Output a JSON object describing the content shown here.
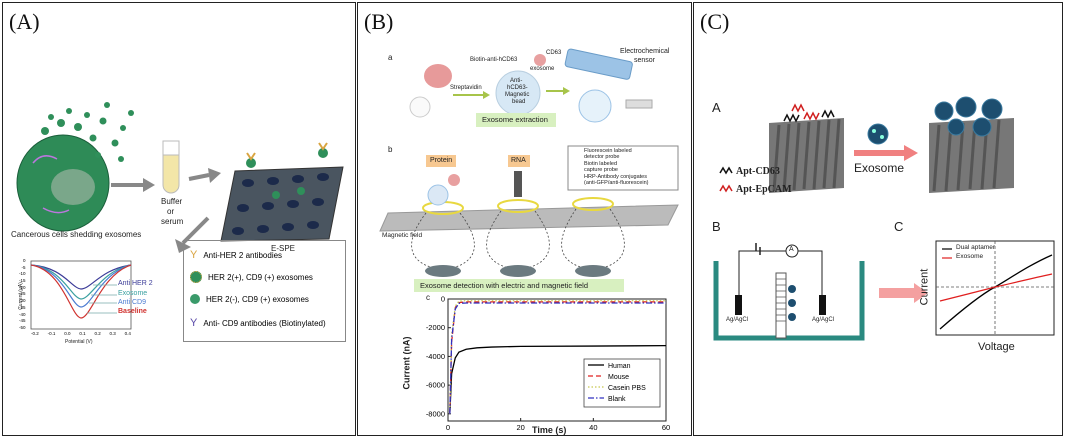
{
  "panelA": {
    "label": "(A)",
    "cell_caption": "Cancerous cells shedding exosomes",
    "buffer_line1": "Buffer",
    "buffer_line2": "or",
    "buffer_line3": "serum",
    "espe": "E-SPE",
    "legend": [
      "Anti-HER 2 antibodies",
      "HER 2(+), CD9 (+) exosomes",
      "HER 2(-), CD9 (+) exosomes",
      "Anti- CD9 antibodies (Biotinylated)"
    ],
    "dpv_labels": [
      "Anti HER 2",
      "Exosome",
      "Anti CD9",
      "Baseline"
    ],
    "dpv_xlabel": "Potential (V)",
    "dpv_ylabel": "Current (μA)",
    "dpv_xticks": [
      "-0.2",
      "-0.1",
      "0.0",
      "0.1",
      "0.2",
      "0.3",
      "0.4"
    ],
    "dpv_yticks": [
      "0",
      "-5",
      "-10",
      "-15",
      "-20",
      "-25",
      "-30",
      "-35",
      "-40",
      "-45",
      "-50"
    ]
  },
  "panelB": {
    "label": "(B)",
    "sub_a": "a",
    "sub_b": "b",
    "sub_c": "c",
    "biotin": "Biotin-anti-hCD63",
    "streptavidin": "Streptavidin",
    "bead_l1": "Anti-",
    "bead_l2": "hCD63-",
    "bead_l3": "Magnetic",
    "bead_l4": "bead",
    "cd63": "CD63",
    "exosome": "exosome",
    "sensor_l1": "Electrochemical",
    "sensor_l2": "sensor",
    "extraction": "Exosome extraction",
    "protein": "Protein",
    "rna": "RNA",
    "legend1_l1": "Fluorescein labeled",
    "legend1_l2": "detector probe",
    "legend2_l1": "Biotin labeled",
    "legend2_l2": "capture probe",
    "legend3_l1": "HRP-Antibody conjugates",
    "legend3_l2": "(anti-GFP/anti-fluorescein)",
    "magnetic_field": "Magnetic field",
    "detection": "Exosome detection with electric and magnetic field"
  },
  "panelC": {
    "label": "(C)",
    "sub_A": "A",
    "sub_B": "B",
    "sub_C": "C",
    "apt_cd63": "Apt-CD63",
    "apt_epcam": "Apt-EpCAM",
    "exosome": "Exosome",
    "electrode_left": "Ag/AgCl",
    "electrode_right": "Ag/AgCl",
    "ammeter": "A",
    "iv_ylabel": "Current",
    "iv_xlabel": "Voltage",
    "iv_legend": [
      "Dual aptamer",
      "Exosome"
    ]
  },
  "colors": {
    "dpv": [
      "#3b3b98",
      "#3aa0a0",
      "#4b7bd1",
      "#d0322f"
    ],
    "timeseries": [
      "#000000",
      "#e02020",
      "#c8c850",
      "#3030c0"
    ],
    "iv": [
      "#000000",
      "#e02020"
    ],
    "green_box": "#d8f0c0",
    "yellow_ring": "#e8d840",
    "espe_plate": "#4a5560"
  },
  "chart_data": [
    {
      "type": "line",
      "xlabel": "Time (s)",
      "ylabel": "Current (nA)",
      "xlim": [
        0,
        60
      ],
      "ylim": [
        -8500,
        0
      ],
      "xticks": [
        0,
        20,
        40,
        60
      ],
      "yticks": [
        0,
        -2000,
        -4000,
        -6000,
        -8000
      ],
      "legend_position": "bottom-right",
      "series": [
        {
          "name": "Human",
          "x": [
            0.5,
            1,
            2,
            3,
            5,
            8,
            12,
            20,
            40,
            60
          ],
          "y": [
            -8000,
            -5200,
            -4100,
            -3700,
            -3500,
            -3400,
            -3350,
            -3300,
            -3280,
            -3250
          ]
        },
        {
          "name": "Mouse",
          "x": [
            0.5,
            1,
            2,
            3,
            5,
            10,
            20,
            40,
            60
          ],
          "y": [
            -8000,
            -3000,
            -600,
            -250,
            -200,
            -200,
            -200,
            -200,
            -200
          ]
        },
        {
          "name": "Casein PBS",
          "x": [
            0.5,
            1,
            2,
            3,
            5,
            10,
            20,
            40,
            60
          ],
          "y": [
            -8000,
            -2500,
            -500,
            -150,
            -120,
            -120,
            -120,
            -120,
            -120
          ]
        },
        {
          "name": "Blank",
          "x": [
            0.5,
            1,
            2,
            3,
            5,
            10,
            20,
            40,
            60
          ],
          "y": [
            -8000,
            -2800,
            -700,
            -300,
            -280,
            -280,
            -280,
            -280,
            -280
          ]
        }
      ]
    }
  ]
}
